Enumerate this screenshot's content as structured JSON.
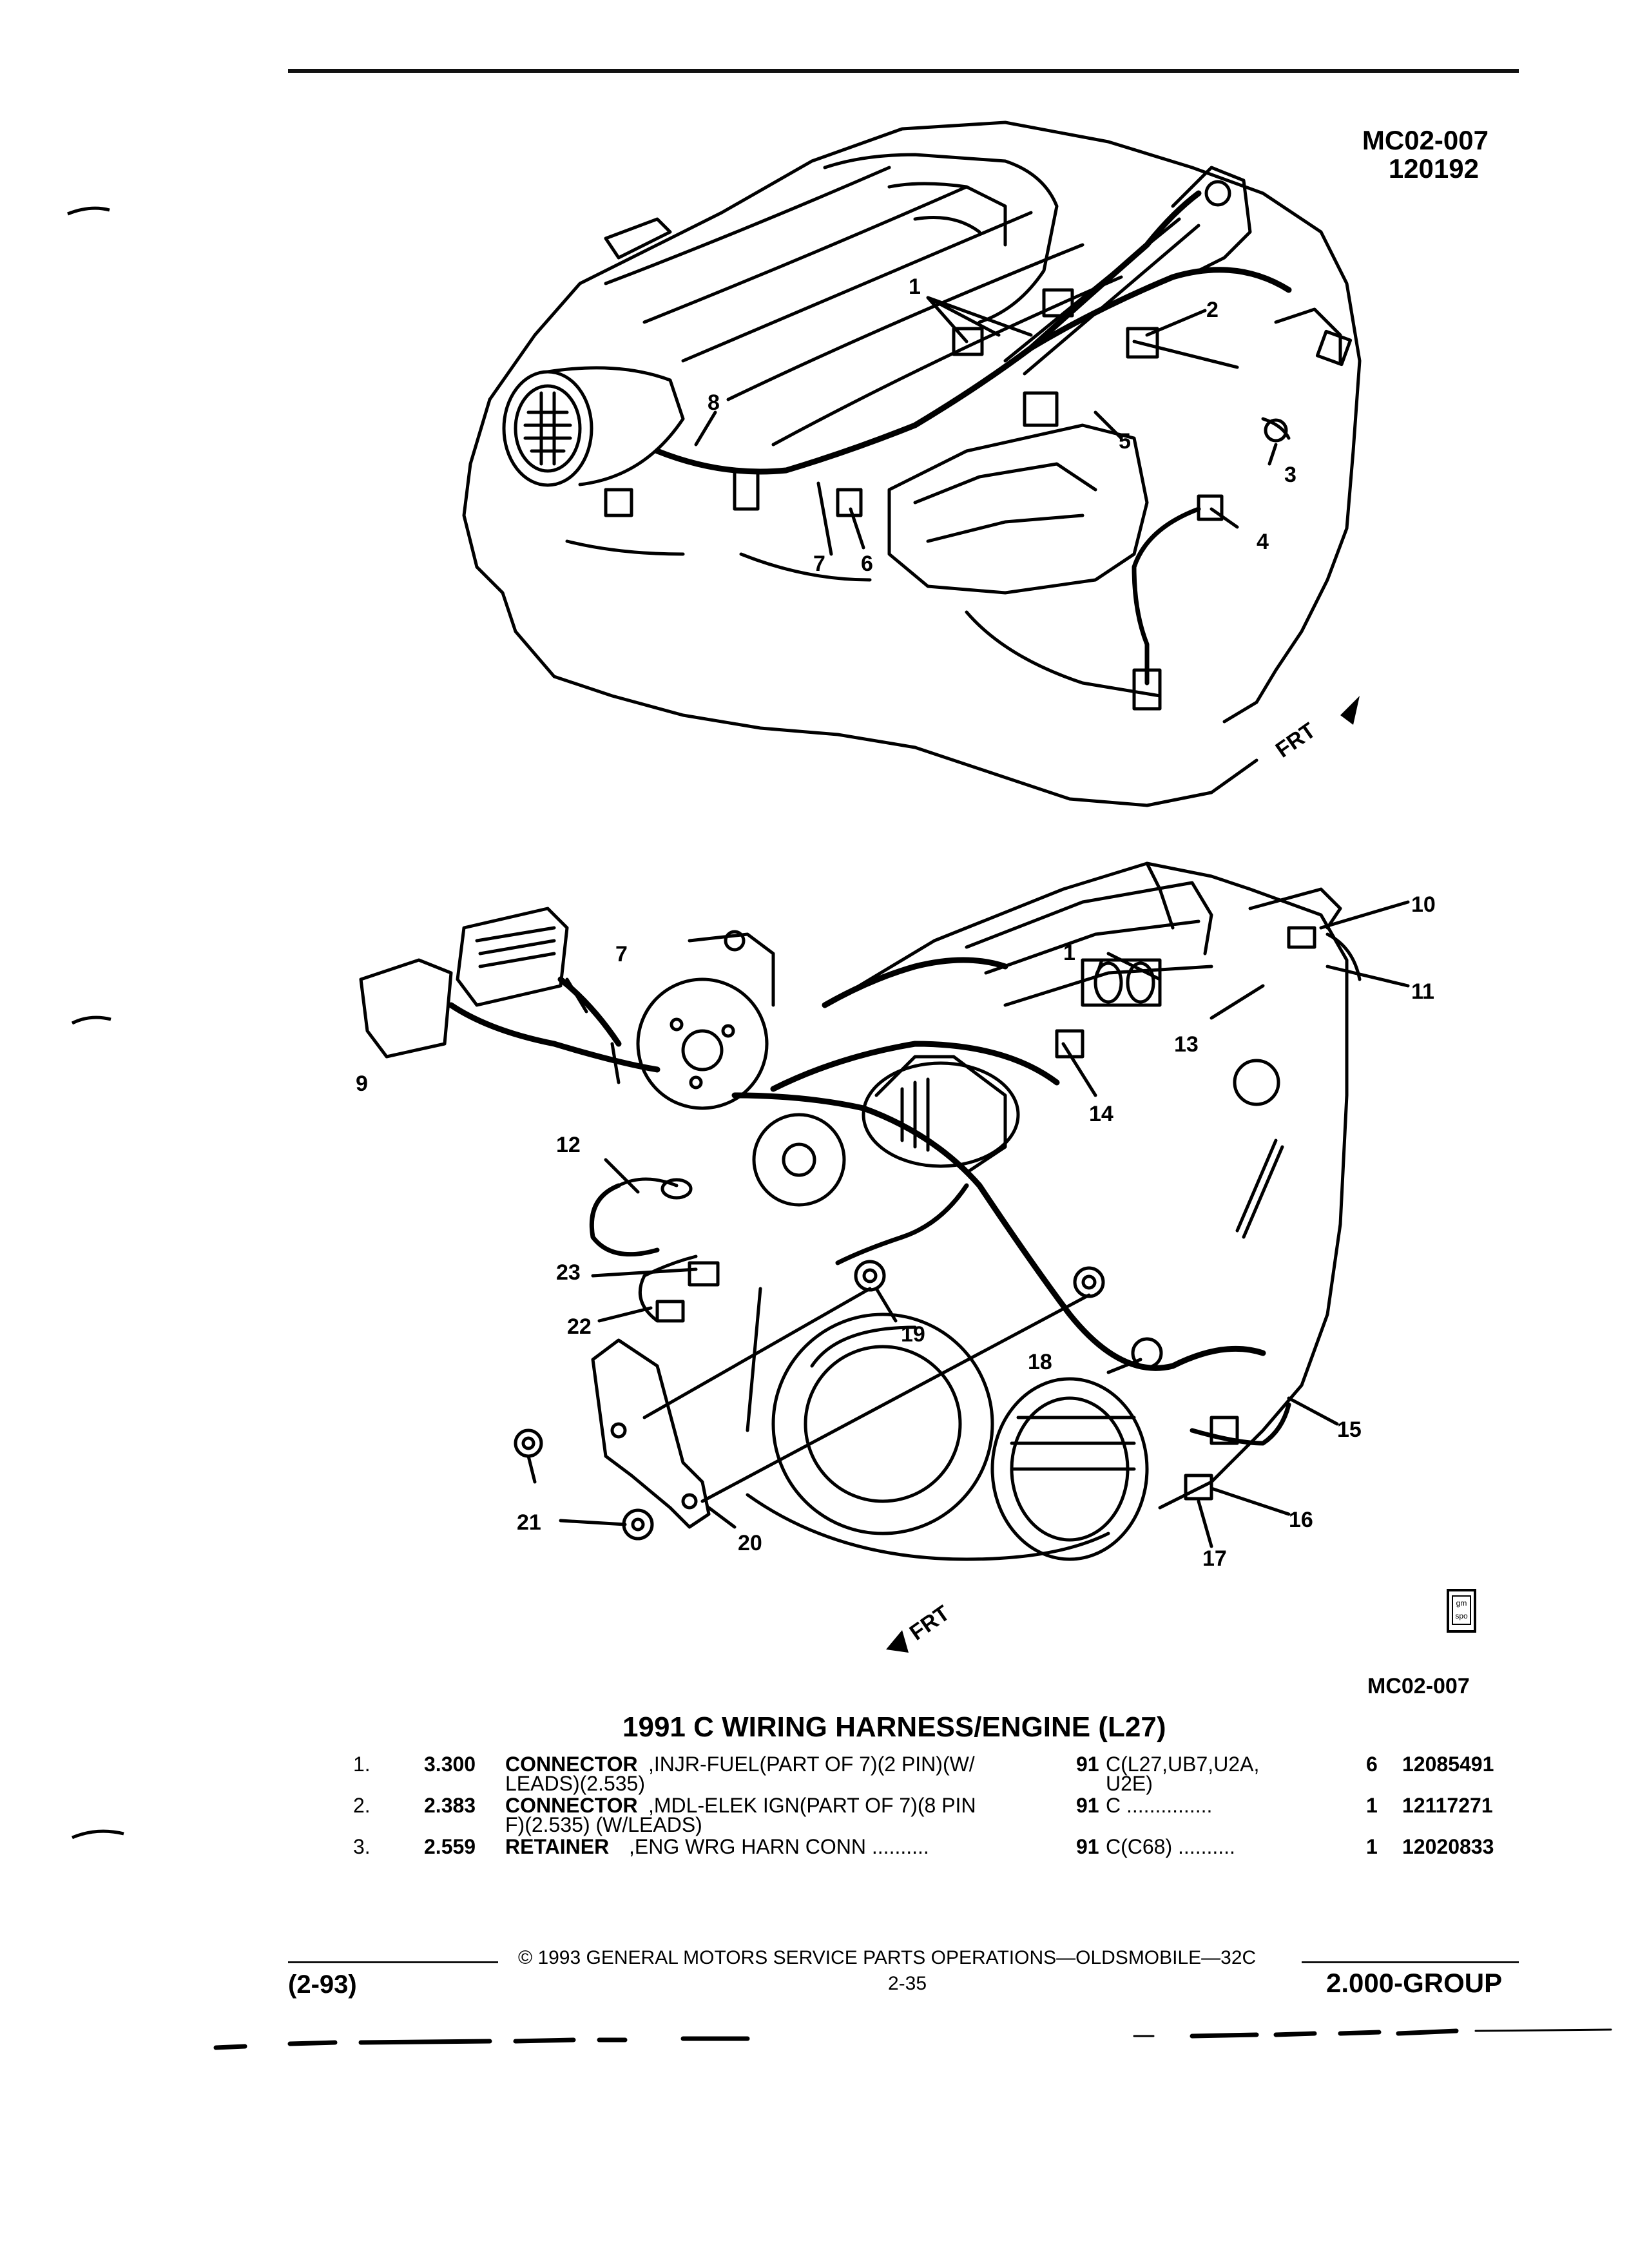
{
  "header": {
    "illus_code": "MC02-007",
    "illus_date": "120192"
  },
  "callouts_top": [
    "1",
    "2",
    "3",
    "4",
    "5",
    "6",
    "7",
    "8"
  ],
  "callouts_bottom": [
    "10",
    "11",
    "1",
    "13",
    "14",
    "7",
    "9",
    "12",
    "23",
    "22",
    "19",
    "18",
    "15",
    "16",
    "17",
    "20",
    "21"
  ],
  "front_label_top": "FRT",
  "front_label_bottom": "FRT",
  "icon_text": [
    "gm",
    "spo"
  ],
  "illus_code_bottom": "MC02-007",
  "section_title": "1991 C WIRING HARNESS/ENGINE (L27)",
  "parts": [
    {
      "item": "1.",
      "ref": "3.300",
      "name": "CONNECTOR",
      "desc": ",INJR-FUEL(PART OF 7)(2 PIN)(W/",
      "desc2": "LEADS)(2.535)",
      "year": "91",
      "usage": "C(L27,UB7,U2A,",
      "usage2": "U2E)",
      "qty": "6",
      "part_no": "12085491"
    },
    {
      "item": "2.",
      "ref": "2.383",
      "name": "CONNECTOR",
      "desc": ",MDL-ELEK IGN(PART OF 7)(8 PIN",
      "desc2": "F)(2.535) (W/LEADS)",
      "year": "91",
      "usage": "C ...............",
      "usage2": "",
      "qty": "1",
      "part_no": "12117271"
    },
    {
      "item": "3.",
      "ref": "2.559",
      "name": "RETAINER",
      "desc": ",ENG WRG HARN CONN ..........",
      "desc2": "",
      "year": "91",
      "usage": "C(C68) ..........",
      "usage2": "",
      "qty": "1",
      "part_no": "12020833"
    }
  ],
  "footer": {
    "copyright": "© 1993 GENERAL MOTORS SERVICE PARTS OPERATIONS—OLDSMOBILE—32C",
    "date": "(2-93)",
    "page": "2-35",
    "group": "2.000-GROUP"
  }
}
